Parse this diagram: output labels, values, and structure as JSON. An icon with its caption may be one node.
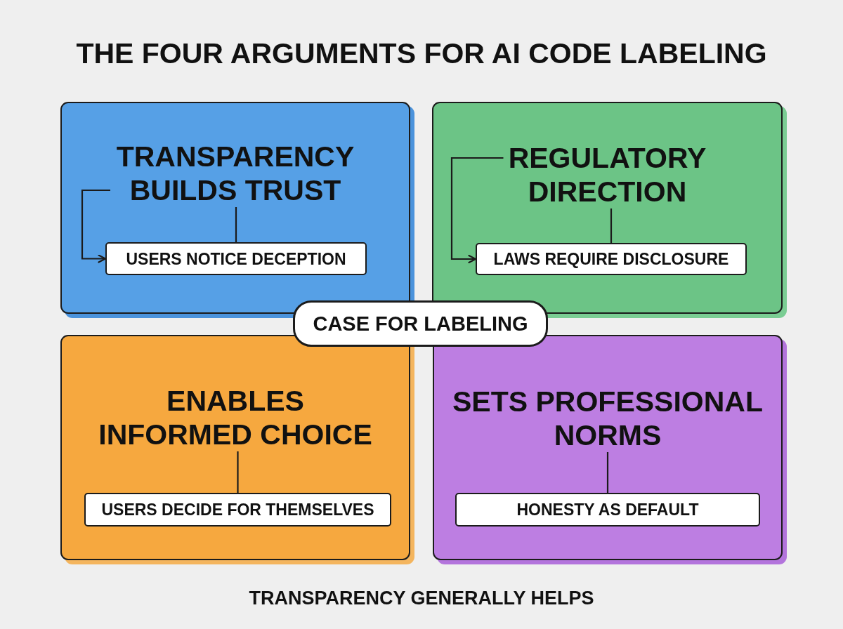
{
  "diagram": {
    "title": "THE FOUR ARGUMENTS FOR AI CODE LABELING",
    "caption": "TRANSPARENCY GENERALLY HELPS",
    "nodes": [
      {
        "text": [],
        "shape": "box"
      },
      {
        "text": [
          "TRANSPARENCY BUILDS TRUST"
        ],
        "in": 0
      },
      {
        "text": [
          "USERS NOTICE DECEPTION"
        ],
        "in": 0
      },
      {
        "text": [],
        "shape": "box"
      },
      {
        "text": [
          "REGULATORY DIRECTION"
        ],
        "in": 3
      },
      {
        "text": [
          "LAWS REQUIRE DISCLOSURE"
        ],
        "in": 3
      },
      {
        "text": [
          "CASE FOR LABELING"
        ]
      },
      {
        "text": [],
        "shape": "box"
      },
      {
        "text": [
          "ENABLES INFORMED CHOICE"
        ],
        "in": 7
      },
      {
        "text": [
          "USERS DECIDE FOR THEMSELVES"
        ],
        "in": 7
      },
      {
        "text": [],
        "shape": "box"
      },
      {
        "text": [
          "SETS PROFESSIONAL NORMS"
        ],
        "in": 10
      },
      {
        "text": [
          "HONESTY AS DEFAULT"
        ],
        "in": 10
      }
    ],
    "edges": [
      {
        "from": 1,
        "to": 2,
        "arrow": "none"
      },
      {
        "from": 1,
        "to": 2,
        "arrow": "to"
      },
      {
        "from": 4,
        "to": 5,
        "arrow": "none"
      },
      {
        "from": 4,
        "to": 5,
        "arrow": "to"
      },
      {
        "from": 8,
        "to": 9,
        "arrow": "none"
      },
      {
        "from": 11,
        "to": 12,
        "arrow": "none"
      }
    ]
  }
}
